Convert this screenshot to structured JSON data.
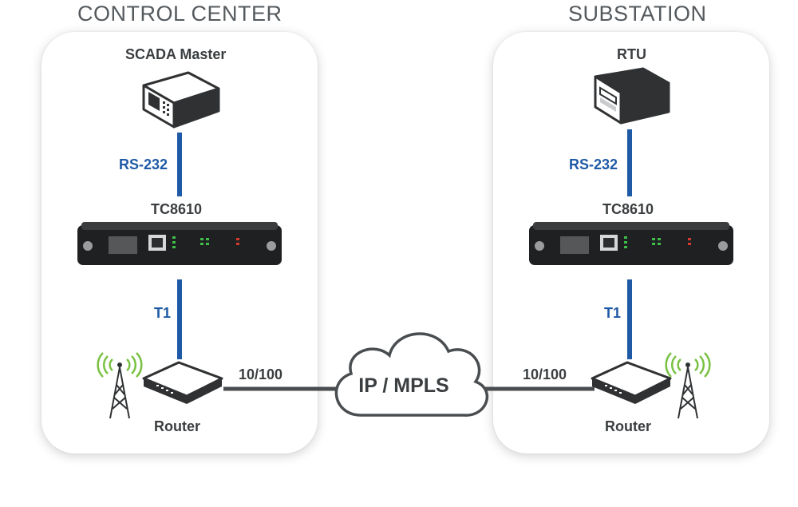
{
  "sites": {
    "left": {
      "title": "CONTROL CENTER",
      "master": "SCADA Master",
      "serial_link": "RS-232",
      "unit": "TC8610",
      "t1_link": "T1",
      "router": "Router",
      "ethernet": "10/100"
    },
    "right": {
      "title": "SUBSTATION",
      "master": "RTU",
      "serial_link": "RS-232",
      "unit": "TC8610",
      "t1_link": "T1",
      "router": "Router",
      "ethernet": "10/100"
    }
  },
  "cloud": {
    "label": "IP / MPLS"
  },
  "colors": {
    "link_blue": "#1f5aa6",
    "ethernet_gray": "#4a4d50",
    "wireless_green": "#7ac143",
    "device_dark": "#2f3133"
  }
}
